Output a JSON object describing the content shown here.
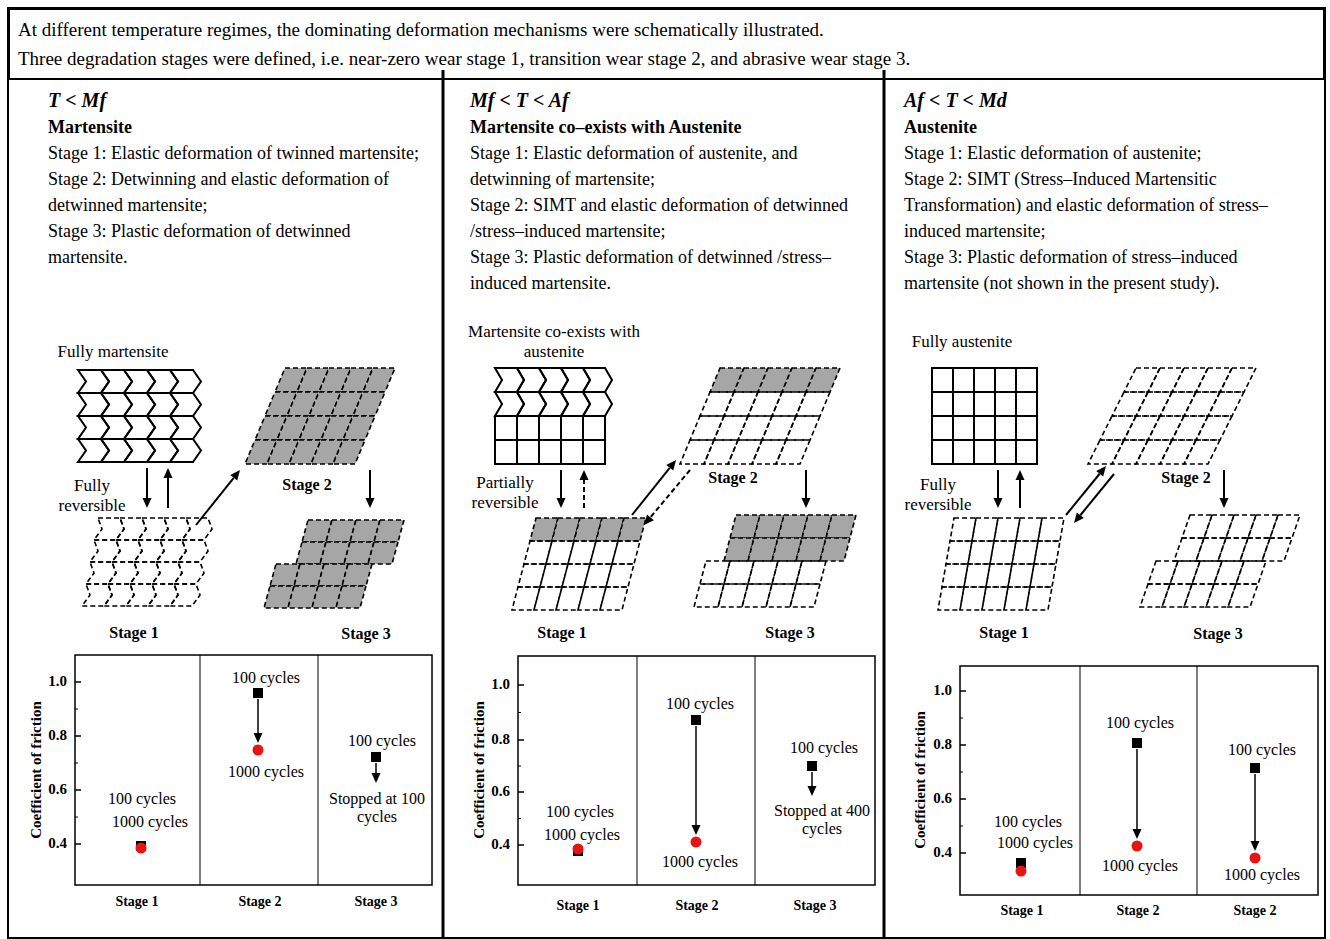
{
  "diagram": {
    "nodes": [
      {
        "text": [
          "At different temperature regimes, the dominating deformation mechanisms were schematically illustrated.",
          "Three degradation stages were defined, i.e. near-zero wear stage 1, transition wear stage 2, and abrasive wear stage 3."
        ]
      },
      {
        "text": [
          "T < Mf",
          "Martensite",
          "Stage 1: Elastic deformation of twinned martensite;",
          "Stage 2: Detwinning and elastic deformation of detwinned martensite;",
          "Stage 3: Plastic deformation of detwinned martensite."
        ]
      },
      {
        "text": [
          "Mf < T < Af",
          "Martensite co–exists with Austenite",
          "Stage 1: Elastic deformation of austenite, and detwinning of martensite;",
          "Stage 2: SIMT and elastic deformation of detwinned /stress–induced martensite;",
          "Stage 3: Plastic deformation of detwinned /stress–induced martensite."
        ]
      },
      {
        "text": [
          "Af < T < Md",
          "Austenite",
          "Stage 1: Elastic deformation of austenite;",
          "Stage 2: SIMT (Stress–Induced Martensitic Transformation) and elastic deformation of stress–induced martensite;",
          "Stage 3: Plastic deformation of stress–induced martensite (not shown in the present study)."
        ]
      }
    ],
    "labels": [
      "Fully martensite",
      "Fully reversible",
      "Stage 1",
      "Stage 2",
      "Stage 3",
      "1.0",
      "0.8",
      "0.6",
      "0.4",
      "Coefficient of friction",
      "Stage 1",
      "Stage 2",
      "Stage 3",
      "100 cycles",
      "1000 cycles",
      "100 cycles",
      "1000 cycles",
      "100 cycles",
      "Stopped at 100 cycles",
      "Martensite co-exists with austenite",
      "Partially reversible",
      "Stage 2",
      "Stage 1",
      "Stage 3",
      "1.0",
      "0.8",
      "0.6",
      "0.4",
      "Coefficient of friction",
      "Stage 1",
      "Stage 2",
      "Stage 3",
      "100 cycles",
      "1000 cycles",
      "100 cycles",
      "1000 cycles",
      "100 cycles",
      "Stopped at 400 cycles",
      "Fully austenite",
      "Fully reversible",
      "Stage 2",
      "Stage 1",
      "Stage 3",
      "1.0",
      "0.8",
      "0.6",
      "0.4",
      "Coefficient of friction",
      "Stage 1",
      "Stage 2",
      "Stage 2",
      "100 cycles",
      "1000 cycles",
      "100 cycles",
      "1000 cycles",
      "100 cycles",
      "1000 cycles"
    ]
  }
}
